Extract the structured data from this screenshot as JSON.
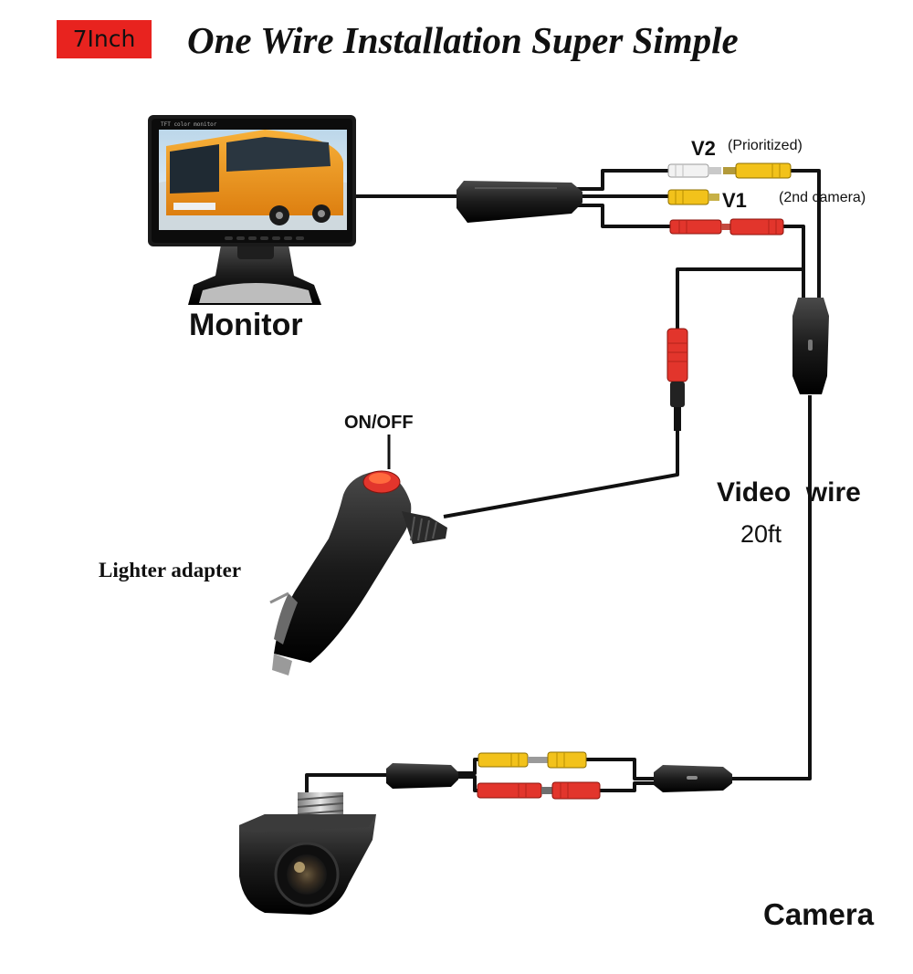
{
  "header": {
    "badge": "7Inch",
    "title": "One Wire Installation Super Simple"
  },
  "labels": {
    "monitor": "Monitor",
    "v2": "V2",
    "v2_note": "(Prioritized)",
    "v1": "V1",
    "second_camera": "(2nd camera)",
    "on_off": "ON/OFF",
    "lighter_adapter": "Lighter adapter",
    "video_wire": "Video  wire",
    "wire_length": "20ft",
    "camera": "Camera",
    "monitor_bezel": "TFT color monitor"
  },
  "colors": {
    "badge_bg": "#e8231f",
    "cable": "#111111",
    "rca_yellow": "#f2c21b",
    "rca_red": "#e2352c",
    "rca_white": "#f2f2f2",
    "bus_orange": "#f39a1d",
    "power_led": "#ff5a1f"
  }
}
